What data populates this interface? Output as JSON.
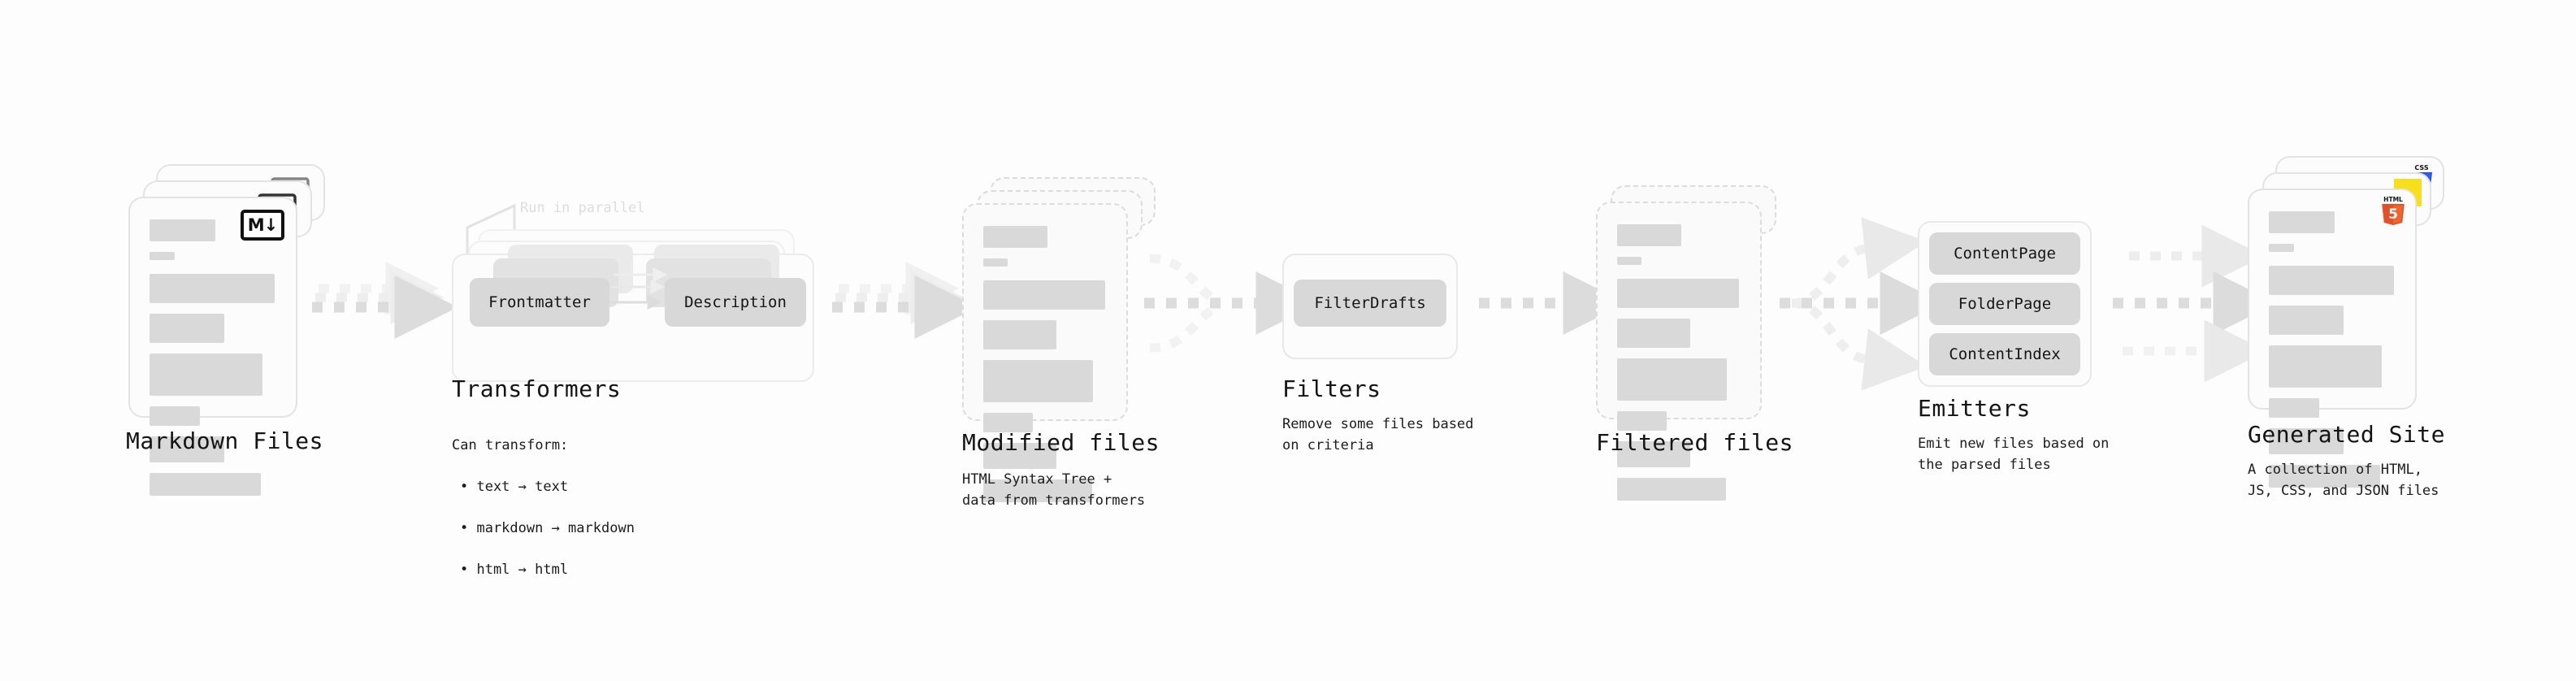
{
  "diagram": {
    "title_font_note": "",
    "accent_html5": "#e34f26",
    "accent_css3": "#264de4",
    "accent_js": "#f7df1e",
    "skeleton_color": "#d9d9d9",
    "chip_color": "#d8d8d8",
    "arrow_color": "#dcdcdc"
  },
  "stages": [
    {
      "id": "markdown-files",
      "label": "Markdown Files",
      "desc": "",
      "badge": "markdown-icon",
      "badge_text": "M↓"
    },
    {
      "id": "transformers",
      "label": "Transformers",
      "desc": "Can transform:\n • text → text\n • markdown → markdown\n • html → html",
      "annotation": "Run in parallel",
      "chips": [
        "Frontmatter",
        "Description"
      ]
    },
    {
      "id": "modified-files",
      "label": "Modified files",
      "desc": "HTML Syntax Tree +\ndata from transformers"
    },
    {
      "id": "filters",
      "label": "Filters",
      "desc": "Remove some files based\non criteria",
      "chips": [
        "FilterDrafts"
      ]
    },
    {
      "id": "filtered-files",
      "label": "Filtered files",
      "desc": ""
    },
    {
      "id": "emitters",
      "label": "Emitters",
      "desc": "Emit new files based on\nthe parsed files",
      "chips": [
        "ContentPage",
        "FolderPage",
        "ContentIndex"
      ]
    },
    {
      "id": "generated-site",
      "label": "Generated Site",
      "desc": "A collection of HTML,\nJS, CSS, and JSON files",
      "badges": [
        "css3-icon",
        "js-icon",
        "html5-icon"
      ],
      "html5_wordmark": "HTML",
      "html5_digit": "5",
      "css3_wordmark": "CSS"
    }
  ],
  "transform_list": [
    "Can transform:",
    "• text → text",
    "• markdown → markdown",
    "• html → html"
  ]
}
